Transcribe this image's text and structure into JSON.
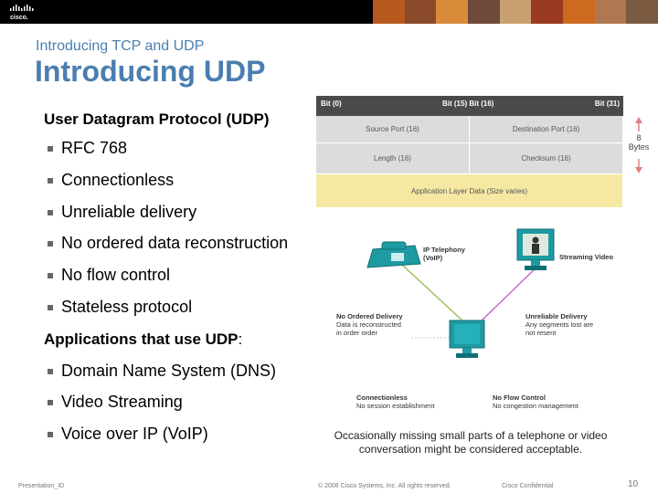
{
  "header": {
    "logo_text": "cisco.",
    "photo_colors": [
      "#b85a1e",
      "#8a4a2a",
      "#d98b3a",
      "#6e4a3a",
      "#c9a070",
      "#9a3a20",
      "#cc6a20",
      "#b07850",
      "#7a5a40"
    ]
  },
  "slide": {
    "subtitle": "Introducing TCP and UDP",
    "title": "Introducing UDP",
    "lead": "User Datagram Protocol (UDP)",
    "bullets": [
      "RFC 768",
      "Connectionless",
      "Unreliable delivery",
      "No ordered data reconstruction",
      "No flow control",
      "Stateless protocol"
    ],
    "lead2_main": "Applications that use UDP",
    "lead2_colon": ":",
    "bullets2": [
      "Domain Name System (DNS)",
      "Video Streaming",
      "Voice over IP (VoIP)"
    ]
  },
  "header_diagram": {
    "bit0": "Bit (0)",
    "bit15_16": "Bit (15)  Bit (16)",
    "bit31": "Bit (31)",
    "source_port": "Source Port (16)",
    "destination_port": "Destination Port (16)",
    "length": "Length (16)",
    "checksum": "Checksum (16)",
    "app_data": "Application Layer Data (Size varies)",
    "bytes_num": "8",
    "bytes_word": "Bytes"
  },
  "network": {
    "ip_telephony_1": "IP Telephony",
    "ip_telephony_2": "(VoIP)",
    "streaming_video": "Streaming Video",
    "no_ordered_title": "No Ordered Delivery",
    "no_ordered_1": "Data is reconstructed",
    "no_ordered_2": "in order order",
    "unreliable_title": "Unreliable Delivery",
    "unreliable_1": "Any segments lost are",
    "unreliable_2": "not resent",
    "connectionless_title": "Connectionless",
    "connectionless_1": "No session establishment",
    "no_flow_title": "No Flow Control",
    "no_flow_1": "No congestion management"
  },
  "caption": "Occasionally missing small parts of a telephone or video conversation might be considered acceptable.",
  "footer": {
    "left": "Presentation_ID",
    "center": "© 2008 Cisco Systems, Inc. All rights reserved.",
    "confidential": "Cisco Confidential",
    "page": "10"
  },
  "colors": {
    "title_blue": "#4a7eb0",
    "header_dark": "#4a4a4a",
    "table_gray": "#dcdcdc",
    "table_yellow": "#f5e8a3",
    "bytes_arrow": "#e08080",
    "device_teal": "#1e9aa3"
  }
}
